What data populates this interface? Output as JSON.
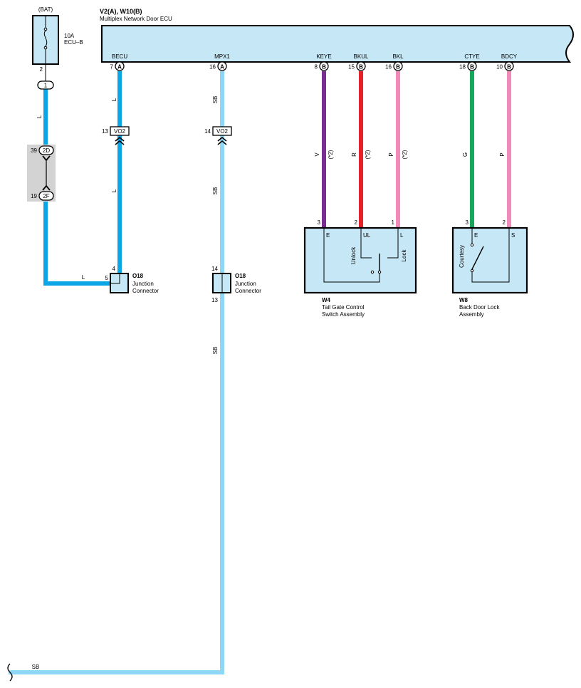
{
  "ecu": {
    "ref": "V2(A), W10(B)",
    "name": "Multiplex Network Door ECU",
    "pins": [
      {
        "name": "BECU",
        "num": "7",
        "conn": "A"
      },
      {
        "name": "MPX1",
        "num": "16",
        "conn": "A"
      },
      {
        "name": "KEYE",
        "num": "8",
        "conn": "B"
      },
      {
        "name": "BKUL",
        "num": "15",
        "conn": "B"
      },
      {
        "name": "BKL",
        "num": "16",
        "conn": "B"
      },
      {
        "name": "CTYE",
        "num": "18",
        "conn": "B"
      },
      {
        "name": "BDCY",
        "num": "10",
        "conn": "B"
      }
    ]
  },
  "fuse": {
    "source": "(BAT)",
    "rating": "10A",
    "name": "ECU–B",
    "pin": "2",
    "conn": "1"
  },
  "jb": {
    "top_num": "39",
    "top_conn": "2D",
    "bot_num": "19",
    "bot_conn": "2F"
  },
  "wires": {
    "l": "L",
    "sb": "SB",
    "v": "V",
    "r": "R",
    "p": "P",
    "g": "G",
    "note": "(*2)"
  },
  "vo2": {
    "label": "VO2",
    "left_num": "13",
    "right_num": "14"
  },
  "junction_left": {
    "ref": "O18",
    "line1": "Junction",
    "line2": "Connector",
    "pin_top": "4",
    "pin_left": "5"
  },
  "junction_right": {
    "ref": "O18",
    "line1": "Junction",
    "line2": "Connector",
    "pin_top": "14",
    "pin_bot": "13"
  },
  "w4": {
    "ref": "W4",
    "line1": "Tail Gate Control",
    "line2": "Switch Assembly",
    "pin_e": "3",
    "pin_ul": "2",
    "pin_l": "1",
    "term_e": "E",
    "term_ul": "UL",
    "term_l": "L",
    "unlock": "Unlock",
    "lock": "Lock"
  },
  "w8": {
    "ref": "W8",
    "line1": "Back Door Lock",
    "line2": "Assembly",
    "pin_e": "3",
    "pin_s": "2",
    "term_e": "E",
    "term_s": "S",
    "courtesy": "Courtesy"
  },
  "colors": {
    "wire_l": "#0aa6e6",
    "wire_sb": "#8fd8f5",
    "wire_v": "#7a2e93",
    "wire_r": "#e8202a",
    "wire_p": "#f18ab8",
    "wire_g": "#16a85a",
    "box_fill": "#c6e7f6",
    "jb_fill": "#d3d3d3"
  }
}
